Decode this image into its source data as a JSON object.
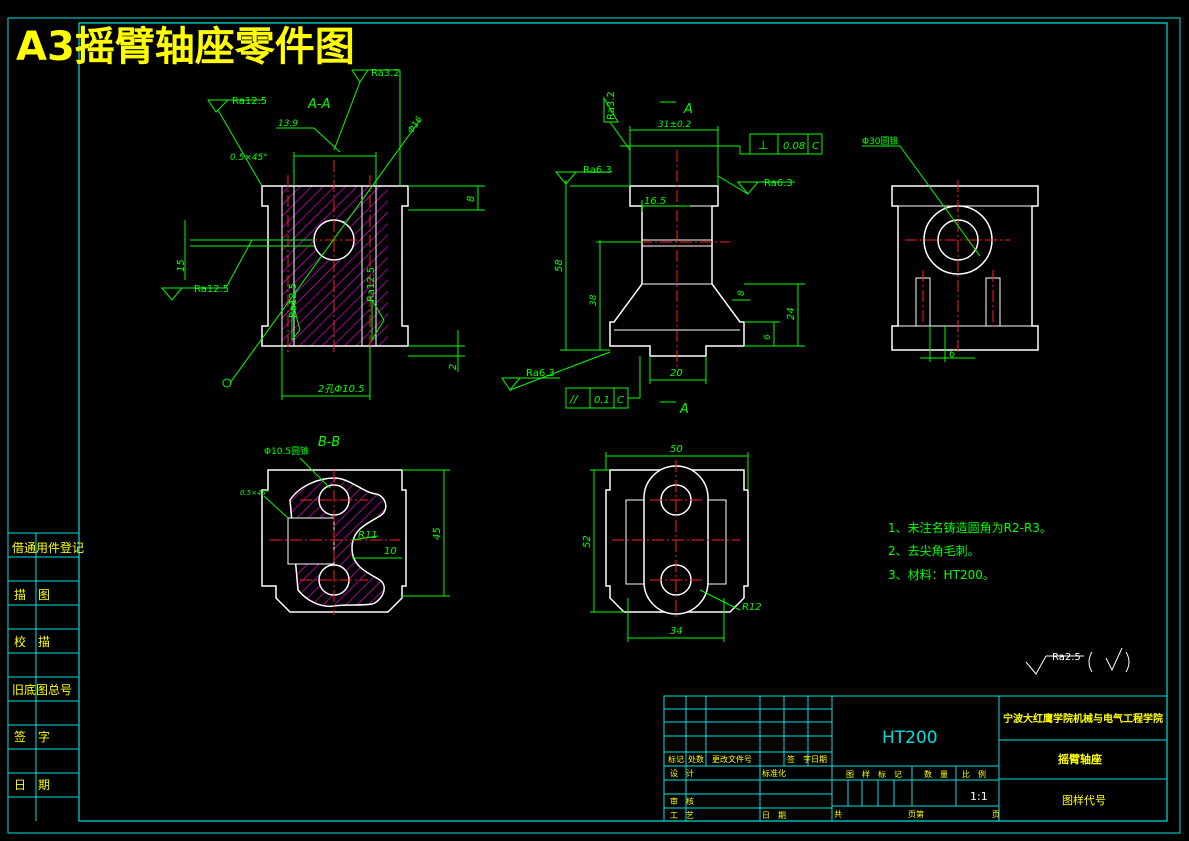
{
  "title": "A3摇臂轴座零件图",
  "colors": {
    "background": "#000000",
    "frame": "#00e0e0",
    "outline": "#ffffff",
    "dimension": "#00ff00",
    "center_line": "#ff2020",
    "hatch": "#ff00ff",
    "title": "#ffff00"
  },
  "side_labels": [
    "借通用件登记",
    "描　图",
    "校　描",
    "旧底图总号",
    "签　字",
    "日　期"
  ],
  "views": {
    "section_aa": {
      "label": "A-A",
      "roughness": [
        "Ra12.5",
        "Ra3.2",
        "Ra12.5",
        "Ra12.5",
        "Ra12.5"
      ],
      "dims": [
        "13.9",
        "0.5×45°",
        "Φ16",
        "8",
        "15",
        "2",
        "2孔Φ10.5"
      ]
    },
    "front": {
      "label": "A",
      "roughness": [
        "Ra3.2",
        "Ra6.3",
        "Ra6.3",
        "Ra6.3"
      ],
      "dims": [
        "31±0.2",
        "16.5",
        "58",
        "38",
        "24",
        "8",
        "6",
        "20"
      ],
      "tolerance1": [
        "⊥",
        "0.08",
        "C"
      ],
      "tolerance2": [
        "//",
        "0.1",
        "C"
      ]
    },
    "side": {
      "dims": [
        "Φ30圆锥",
        "6"
      ]
    },
    "section_bb": {
      "label": "B-B",
      "dims": [
        "Φ10.5圆锥",
        "0.5×45°",
        "R11",
        "10",
        "45"
      ]
    },
    "bottom": {
      "dims": [
        "50",
        "52",
        "R12",
        "34"
      ]
    }
  },
  "notes": [
    "1、未注名铸造圆角为R2-R3。",
    "2、去尖角毛刺。",
    "3、材料：HT200。"
  ],
  "general_roughness": "Ra2.5",
  "title_block": {
    "material": "HT200",
    "school": "宁波大红鹰学院机械与电气工程学院",
    "part_name": "摇臂轴座",
    "drawing_no_label": "图样代号",
    "rev_headers": [
      "标记",
      "处数",
      "更改文件号",
      "签　字",
      "日期"
    ],
    "rows": [
      "设　计",
      "标准化",
      "审　核",
      "工　艺",
      "日　期"
    ],
    "stage_headers": [
      "图　样　标　记",
      "数　量",
      "比　例"
    ],
    "scale": "1:1",
    "sheet": [
      "共",
      "页第",
      "页"
    ]
  }
}
